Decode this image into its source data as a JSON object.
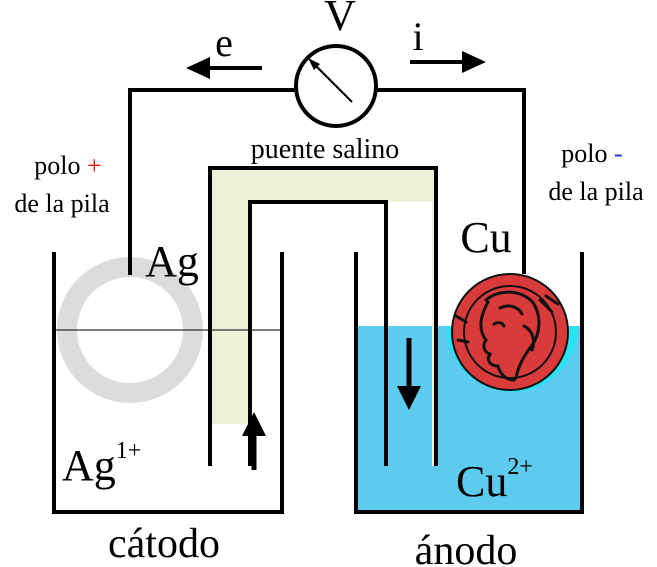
{
  "voltmeter_label": "V",
  "electron_label": "e",
  "current_label": "i",
  "salt_bridge_label": "puente salino",
  "left_pole": {
    "line1": "polo ",
    "sign": "+",
    "line2": "de la pila"
  },
  "right_pole": {
    "line1": "polo ",
    "sign": "-",
    "line2": "de la pila"
  },
  "left_electrode_label": "Ag",
  "right_electrode_label": "Cu",
  "left_ion": {
    "base": "Ag",
    "charge": "1+"
  },
  "right_ion": {
    "base": "Cu",
    "charge": "2+"
  },
  "cathode_label": "cátodo",
  "anode_label": "ánodo",
  "colors": {
    "plus_sign": "#e01010",
    "minus_sign": "#1a2fe0",
    "solution": "#5ccbed",
    "salt_bridge": "#eef0d8",
    "silver_ring": "#dcdcdc",
    "copper_coin": "#d93a3a",
    "cyan_halo": "#27e3f2"
  }
}
